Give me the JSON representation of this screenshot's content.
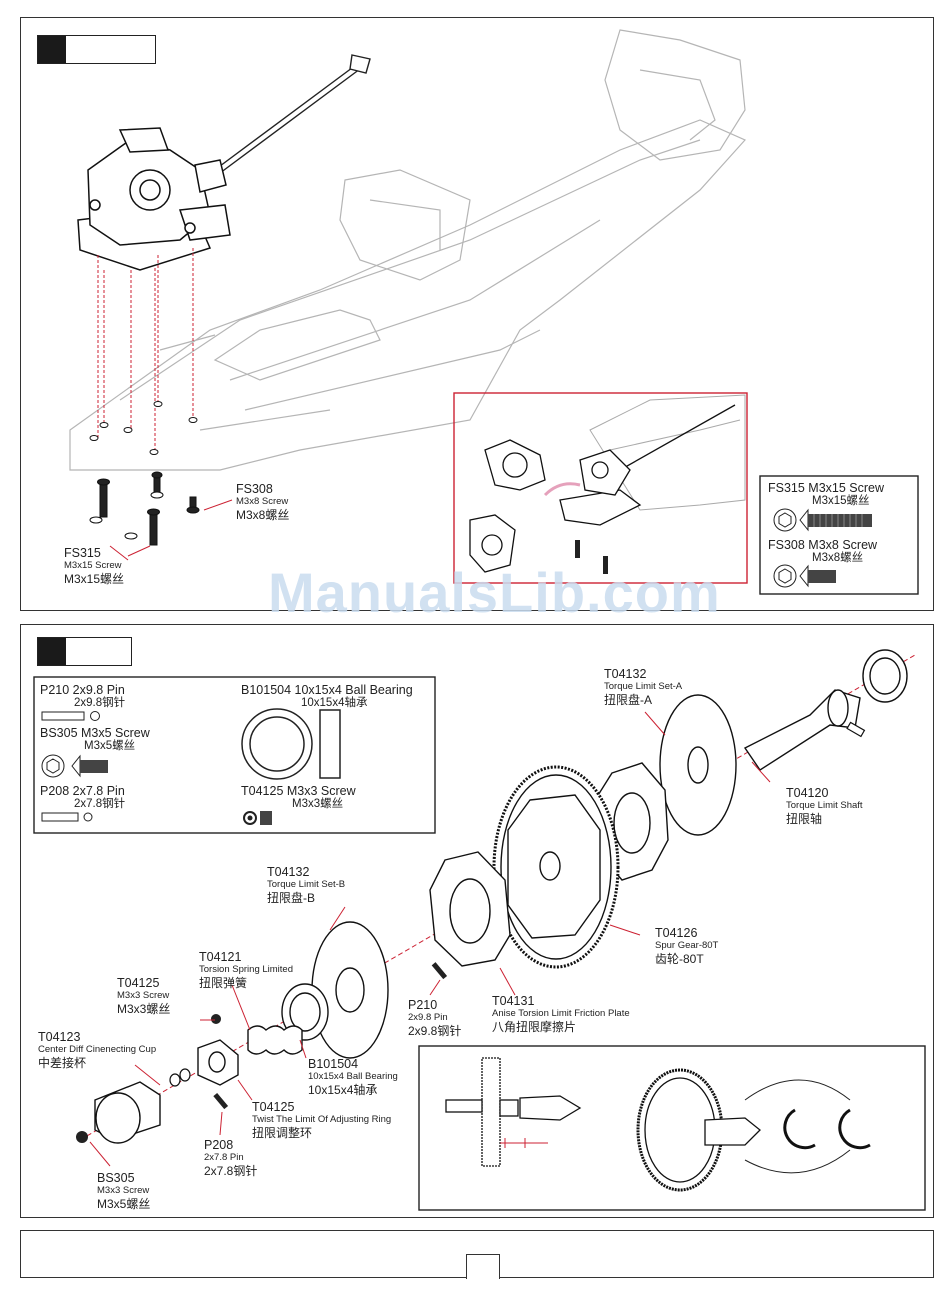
{
  "watermark": "ManualsLib.com",
  "step1": {
    "parts": [
      {
        "code": "FS308",
        "desc": "M3x8 Screw",
        "cn": "M3x8螺丝"
      },
      {
        "code": "FS315",
        "desc": "M3x15 Screw",
        "cn": "M3x15螺丝"
      }
    ],
    "legend": {
      "item1_title": "FS315 M3x15 Screw",
      "item1_cn": "M3x15螺丝",
      "item2_title": "FS308 M3x8 Screw",
      "item2_cn": "M3x8螺丝"
    }
  },
  "step2": {
    "legend": {
      "p210_title": "P210 2x9.8 Pin",
      "p210_cn": "2x9.8钢针",
      "bs305_title": "BS305 M3x5 Screw",
      "bs305_cn": "M3x5螺丝",
      "p208_title": "P208 2x7.8 Pin",
      "p208_cn": "2x7.8钢针",
      "b101504_title": "B101504 10x15x4 Ball Bearing",
      "b101504_cn": "10x15x4轴承",
      "t04125_title": "T04125 M3x3 Screw",
      "t04125_cn": "M3x3螺丝"
    },
    "callouts": {
      "t04132a": {
        "code": "T04132",
        "desc": "Torque Limit Set-A",
        "cn": "扭限盘-A"
      },
      "t04120": {
        "code": "T04120",
        "desc": "Torque Limit Shaft",
        "cn": "扭限轴"
      },
      "t04132b": {
        "code": "T04132",
        "desc": "Torque Limit Set-B",
        "cn": "扭限盘-B"
      },
      "t04126": {
        "code": "T04126",
        "desc": "Spur Gear-80T",
        "cn": "齿轮-80T"
      },
      "t04121": {
        "code": "T04121",
        "desc": "Torsion Spring Limited",
        "cn": "扭限弹簧"
      },
      "t04125a": {
        "code": "T04125",
        "desc": "M3x3 Screw",
        "cn": "M3x3螺丝"
      },
      "t04131": {
        "code": "T04131",
        "desc": "Anise Torsion Limit Friction Plate",
        "cn": "八角扭限摩擦片"
      },
      "p210": {
        "code": "P210",
        "desc": "2x9.8 Pin",
        "cn": "2x9.8钢针"
      },
      "t04123": {
        "code": "T04123",
        "desc": "Center Diff Cinenecting Cup",
        "cn": "中差接杯"
      },
      "b101504": {
        "code": "B101504",
        "desc": "10x15x4 Ball Bearing",
        "cn": "10x15x4轴承"
      },
      "t04125b": {
        "code": "T04125",
        "desc": "Twist The Limit Of Adjusting Ring",
        "cn": "扭限调整环"
      },
      "p208": {
        "code": "P208",
        "desc": "2x7.8 Pin",
        "cn": "2x7.8钢针"
      },
      "bs305": {
        "code": "BS305",
        "desc": "M3x3 Screw",
        "cn": "M3x5螺丝"
      }
    }
  }
}
